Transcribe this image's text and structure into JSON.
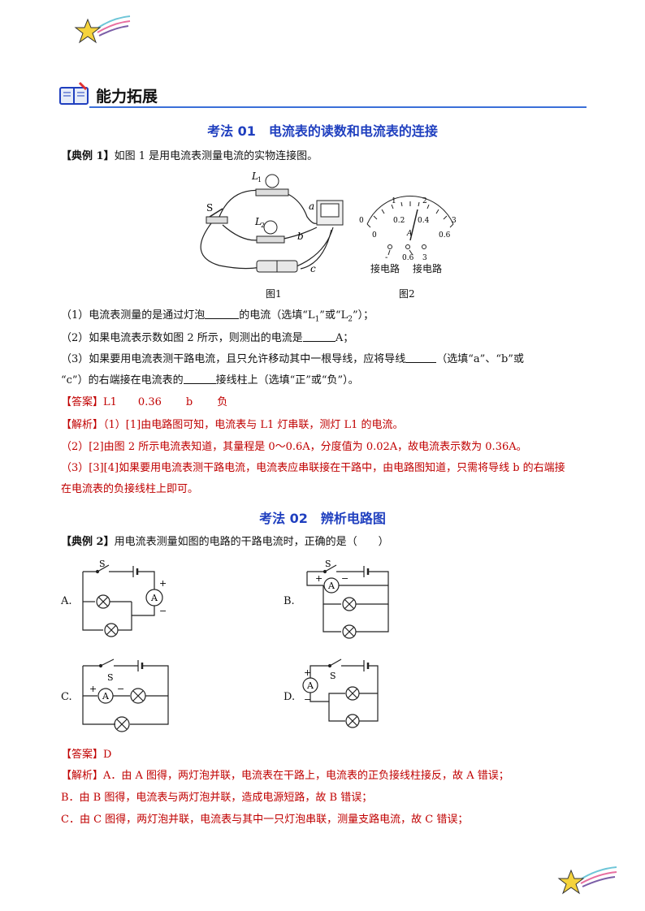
{
  "header": {
    "section_title": "能力拓展"
  },
  "section1": {
    "title": "考法 01　电流表的读数和电流表的连接",
    "example_tag": "【典例 1】",
    "example_text": "如图 1 是用电流表测量电流的实物连接图。",
    "fig1_caption": "图1",
    "fig2_caption": "图2",
    "fig2_labels": {
      "L1": "L1",
      "L2": "L2",
      "S": "S",
      "a": "a",
      "b": "b",
      "c": "c",
      "scale_top": [
        "0",
        "1",
        "2",
        "3"
      ],
      "scale_bottom": [
        "0",
        "0.2",
        "0.4",
        "0.6"
      ],
      "term_neg": "-",
      "term_06": "0.6",
      "term_3": "3",
      "term_label1": "接电路",
      "term_label2": "接电路",
      "A": "A"
    },
    "q1": "（1）电流表测量的是通过灯泡",
    "q1b": "的电流（选填“L",
    "q1c": "”或“L",
    "q1d": "”）；",
    "q2": "（2）如果电流表示数如图 2 所示，则测出的电流是",
    "q2b": "A；",
    "q3": "（3）如果要用电流表测干路电流，且只允许移动其中一根导线，应将导线",
    "q3b": "（选填“a”、“b”或",
    "q3c": "“c”）的右端接在电流表的",
    "q3d": "接线柱上（选填“正”或“负”）。",
    "answer_tag": "【答案】",
    "answer_values": [
      "L1",
      "0.36",
      "b",
      "负"
    ],
    "analysis_tag": "【解析】",
    "analysis1": "（1）[1]由电路图可知，电流表与 L1 灯串联，测灯 L1 的电流。",
    "analysis2": "（2）[2]由图 2 所示电流表知道，其量程是 0～0.6A，分度值为 0.02A，故电流表示数为 0.36A。",
    "analysis3a": "（3）[3][4]如果要用电流表测干路电流，电流表应串联接在干路中，由电路图知道，只需将导线 b 的右端接",
    "analysis3b": "在电流表的负接线柱上即可。"
  },
  "section2": {
    "title": "考法 02　辨析电路图",
    "example_tag": "【典例 2】",
    "example_text": "用电流表测量如图的电路的干路电流时，正确的是（　　）",
    "options": [
      "A.",
      "B.",
      "C.",
      "D."
    ],
    "S": "S",
    "A": "A",
    "plus": "+",
    "minus": "−",
    "answer_tag": "【答案】",
    "answer": "D",
    "analysis_tag": "【解析】",
    "analysisA": "A．由 A 图得，两灯泡并联，电流表在干路上，电流表的正负接线柱接反，故 A 错误；",
    "analysisB": "B．由 B 图得，电流表与两灯泡并联，造成电源短路，故 B 错误；",
    "analysisC": "C．由 C 图得，两灯泡并联，电流表与其中一只灯泡串联，测量支路电流，故 C 错误；"
  }
}
